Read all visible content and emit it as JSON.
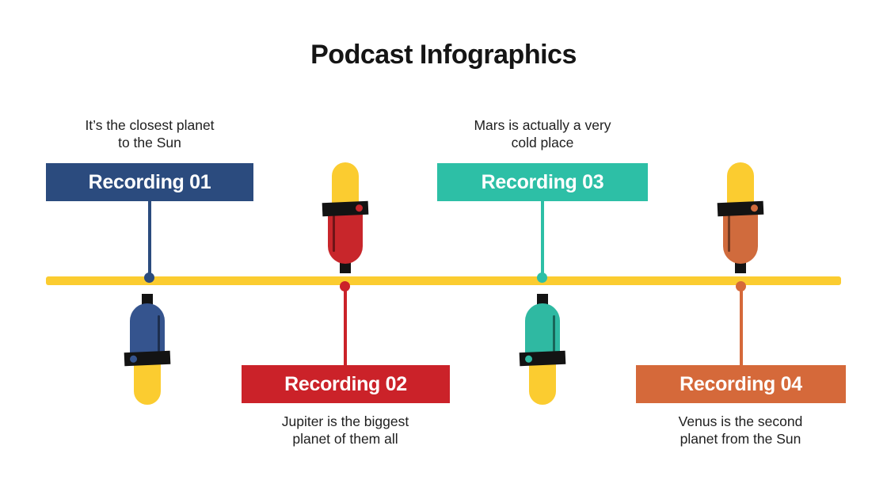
{
  "page": {
    "title": "Podcast Infographics",
    "background": "#ffffff"
  },
  "timeline": {
    "color": "#fbcc30"
  },
  "recordings": [
    {
      "label": "Recording 01",
      "description": [
        "It’s the closest planet",
        "to the Sun"
      ],
      "color": "#2b4b7e",
      "side": "above-line"
    },
    {
      "label": "Recording 02",
      "description": [
        "Jupiter is the biggest",
        "planet of them all"
      ],
      "color": "#cb2229",
      "side": "below-line"
    },
    {
      "label": "Recording 03",
      "description": [
        "Mars is actually a very",
        "cold place"
      ],
      "color": "#2dbfa6",
      "side": "above-line"
    },
    {
      "label": "Recording 04",
      "description": [
        "Venus is the second",
        "planet from the Sun"
      ],
      "color": "#d5693a",
      "side": "below-line"
    }
  ],
  "microphones": [
    {
      "name": "microphone-icon-blue-hanging",
      "body_color": "#35548e",
      "capsule_color": "#fbcc30"
    },
    {
      "name": "microphone-icon-red-standing",
      "body_color": "#c8262b",
      "capsule_color": "#fbcc30"
    },
    {
      "name": "microphone-icon-teal-hanging",
      "body_color": "#2fb9a2",
      "capsule_color": "#fbcc30"
    },
    {
      "name": "microphone-icon-orange-standing",
      "body_color": "#d06b3d",
      "capsule_color": "#fbcc30"
    }
  ]
}
